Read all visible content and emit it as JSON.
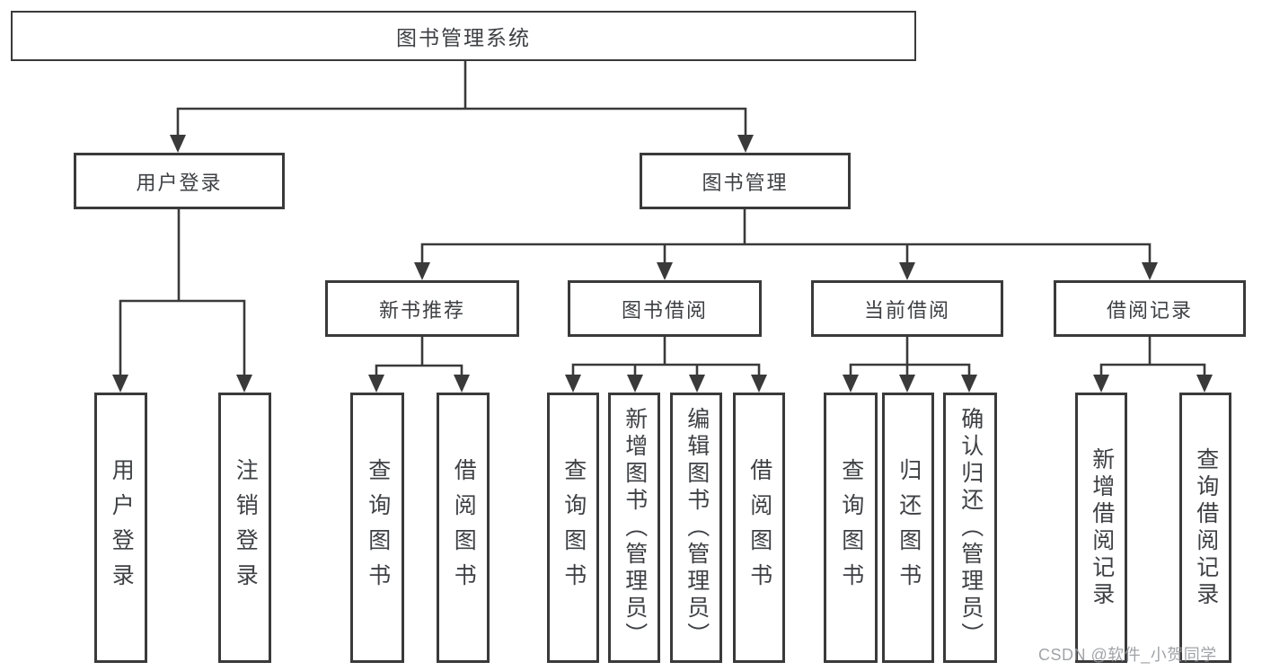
{
  "diagram": {
    "title": "图书管理系统",
    "root": {
      "label": "图书管理系统"
    },
    "level2": [
      {
        "label": "用户登录"
      },
      {
        "label": "图书管理"
      }
    ],
    "level3": [
      {
        "label": "新书推荐"
      },
      {
        "label": "图书借阅"
      },
      {
        "label": "当前借阅"
      },
      {
        "label": "借阅记录"
      }
    ],
    "leaves": [
      {
        "label": "用户登录",
        "parent": "用户登录"
      },
      {
        "label": "注销登录",
        "parent": "用户登录"
      },
      {
        "label": "查询图书",
        "parent": "新书推荐"
      },
      {
        "label": "借阅图书",
        "parent": "新书推荐"
      },
      {
        "label": "查询图书",
        "parent": "图书借阅"
      },
      {
        "label": "新增图书（管理员）",
        "parent": "图书借阅"
      },
      {
        "label": "编辑图书（管理员）",
        "parent": "图书借阅"
      },
      {
        "label": "借阅图书",
        "parent": "图书借阅"
      },
      {
        "label": "查询图书",
        "parent": "当前借阅"
      },
      {
        "label": "归还图书",
        "parent": "当前借阅"
      },
      {
        "label": "确认归还（管理员）",
        "parent": "当前借阅"
      },
      {
        "label": "新增借阅记录",
        "parent": "借阅记录"
      },
      {
        "label": "查询借阅记录",
        "parent": "借阅记录"
      }
    ],
    "watermark": "CSDN @软件_小贺同学",
    "colors": {
      "line": "#3a3a3a",
      "text": "#3e4044",
      "watermark": "#94979b",
      "background": "#ffffff"
    }
  }
}
